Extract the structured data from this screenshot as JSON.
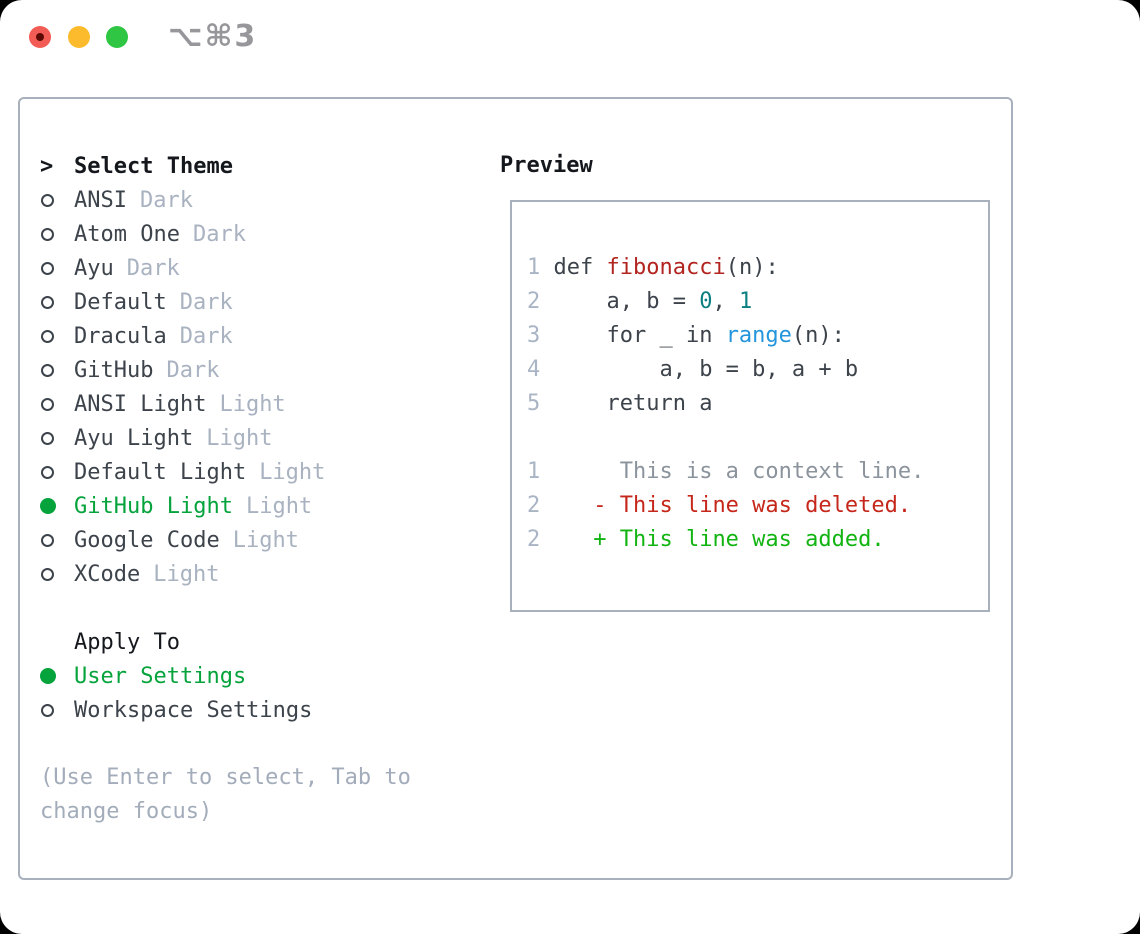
{
  "window": {
    "title_shortcut": "⌥⌘3"
  },
  "colors": {
    "border": "#a8b0bb",
    "selected_green": "#05a33c",
    "text_dark": "#3d434b",
    "text_black": "#14171c",
    "muted": "#a9b2c0",
    "help": "#a3acba",
    "line_number": "#a9b4c4",
    "func_red": "#b2241f",
    "builtin_blue": "#2395dc",
    "number_teal": "#0c7f82",
    "context_gray": "#8b939c",
    "diff_del": "#c5271b",
    "diff_add": "#12b412",
    "traffic_red": "#f25c54",
    "traffic_red_dot": "#5c0a04",
    "traffic_yellow": "#fcbb2d",
    "traffic_green": "#2ec642",
    "title_gray": "#97979b"
  },
  "theme_panel": {
    "header_marker": ">",
    "header": "Select Theme",
    "items": [
      {
        "name": "ANSI",
        "variant": "Dark",
        "selected": false
      },
      {
        "name": "Atom One",
        "variant": "Dark",
        "selected": false
      },
      {
        "name": "Ayu",
        "variant": "Dark",
        "selected": false
      },
      {
        "name": "Default",
        "variant": "Dark",
        "selected": false
      },
      {
        "name": "Dracula",
        "variant": "Dark",
        "selected": false
      },
      {
        "name": "GitHub",
        "variant": "Dark",
        "selected": false
      },
      {
        "name": "ANSI Light",
        "variant": "Light",
        "selected": false
      },
      {
        "name": "Ayu Light",
        "variant": "Light",
        "selected": false
      },
      {
        "name": "Default Light",
        "variant": "Light",
        "selected": false
      },
      {
        "name": "GitHub Light",
        "variant": "Light",
        "selected": true
      },
      {
        "name": "Google Code",
        "variant": "Light",
        "selected": false
      },
      {
        "name": "XCode",
        "variant": "Light",
        "selected": false
      }
    ],
    "apply_header": "Apply To",
    "apply_items": [
      {
        "name": "User Settings",
        "selected": true
      },
      {
        "name": "Workspace Settings",
        "selected": false
      }
    ],
    "help_line1": "(Use Enter to select, Tab to",
    "help_line2": "change focus)"
  },
  "preview": {
    "title": "Preview",
    "lines": [
      {
        "num": "1",
        "tokens": [
          {
            "t": "def ",
            "c": "plain"
          },
          {
            "t": "fibonacci",
            "c": "func"
          },
          {
            "t": "(n):",
            "c": "plain"
          }
        ]
      },
      {
        "num": "2",
        "tokens": [
          {
            "t": "    a, b = ",
            "c": "plain"
          },
          {
            "t": "0",
            "c": "number"
          },
          {
            "t": ", ",
            "c": "plain"
          },
          {
            "t": "1",
            "c": "number"
          }
        ]
      },
      {
        "num": "3",
        "tokens": [
          {
            "t": "    for _ in ",
            "c": "plain"
          },
          {
            "t": "range",
            "c": "builtin"
          },
          {
            "t": "(n):",
            "c": "plain"
          }
        ]
      },
      {
        "num": "4",
        "tokens": [
          {
            "t": "        a, b = b, a + b",
            "c": "plain"
          }
        ]
      },
      {
        "num": "5",
        "tokens": [
          {
            "t": "    return a",
            "c": "plain"
          }
        ]
      },
      {
        "num": "",
        "tokens": []
      },
      {
        "num": "1",
        "tokens": [
          {
            "t": "     This is a context line.",
            "c": "context"
          }
        ]
      },
      {
        "num": "2",
        "tokens": [
          {
            "t": "   - This line was deleted.",
            "c": "del"
          }
        ]
      },
      {
        "num": "2",
        "tokens": [
          {
            "t": "   + This line was added.",
            "c": "add"
          }
        ]
      }
    ]
  }
}
